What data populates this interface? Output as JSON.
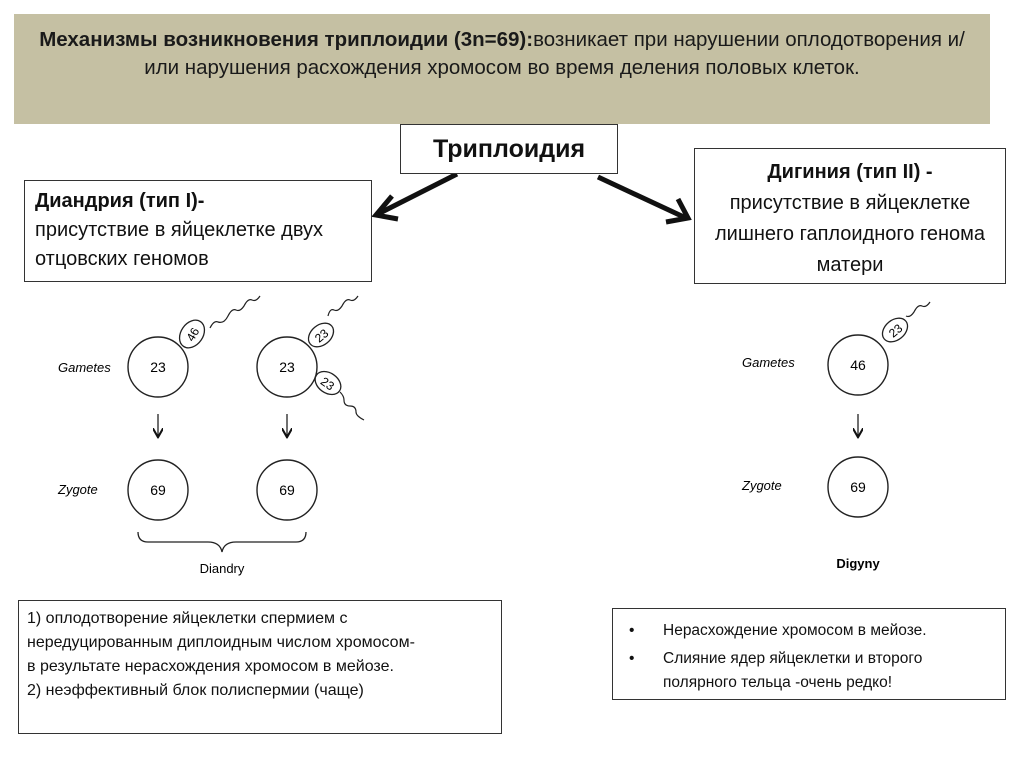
{
  "header": {
    "bold_text": "Механизмы возникновения триплоидии (3n=69):",
    "normal_text": "возникает при нарушении оплодотворения и/или нарушения расхождения хромосом во время деления половых клеток."
  },
  "center": {
    "title": "Триплоидия"
  },
  "left_box": {
    "bold_text": "Диандрия (тип I)-",
    "normal_text": "присутствие в яйцеклетке двух отцовских геномов"
  },
  "right_box": {
    "bold_text": "Дигиния (тип II) -",
    "normal_text": "присутствие в яйцеклетке лишнего гаплоидного генома матери"
  },
  "diandry": {
    "gametes_label": "Gametes",
    "zygote_label": "Zygote",
    "egg1": "23",
    "sperm1": "46",
    "egg2": "23",
    "sperm2a": "23",
    "sperm2b": "23",
    "zygote1": "69",
    "zygote2": "69",
    "caption": "Diandry"
  },
  "digyny": {
    "gametes_label": "Gametes",
    "zygote_label": "Zygote",
    "egg": "46",
    "sperm": "23",
    "zygote": "69",
    "caption": "Digyny"
  },
  "bottom_left": {
    "line1": "1) оплодотворение яйцеклетки спермием с",
    "line2": "нередуцированным диплоидным числом хромосом-",
    "line3": "в результате нерасхождения хромосом в мейозе.",
    "line4": "2) неэффективный блок полиспермии (чаще)"
  },
  "bottom_right": {
    "bullet": "•",
    "item1": "Нерасхождение хромосом в мейозе.",
    "item2": "Слияние ядер яйцеклетки и второго полярного тельца -очень редко!"
  }
}
